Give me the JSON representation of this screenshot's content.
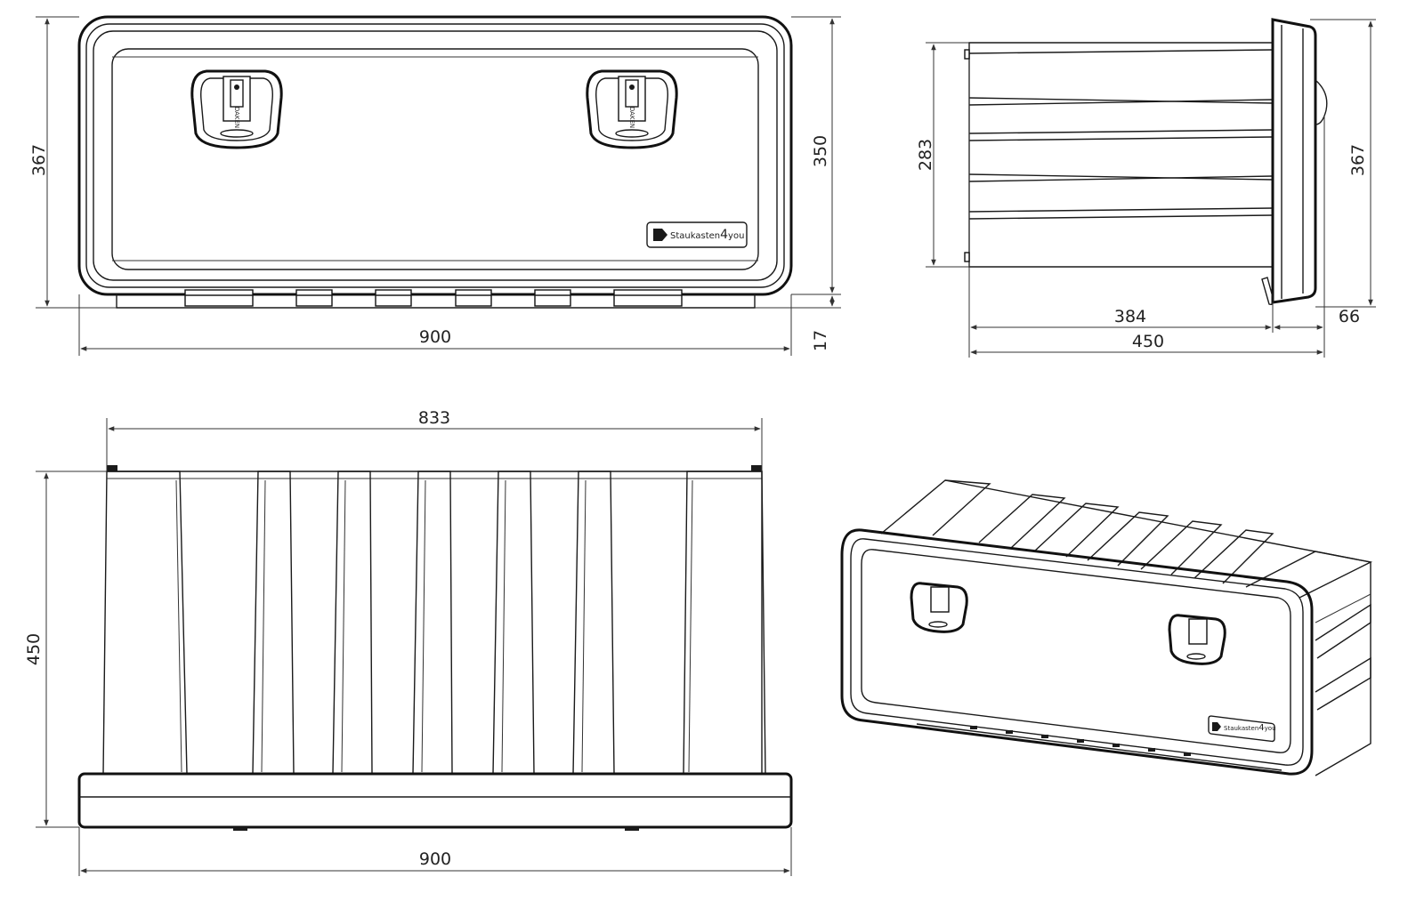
{
  "views": {
    "front": {
      "width_label": "900",
      "height_total_label": "367",
      "height_door_label": "350",
      "bottom_gap_label": "17",
      "brand": {
        "name": "Staukasten",
        "highlight": "4",
        "suffix": "you"
      },
      "handle_text": "DAKEN"
    },
    "side": {
      "height_body_label": "283",
      "height_total_label": "367",
      "depth_body_label": "384",
      "door_depth_label": "66",
      "depth_total_label": "450"
    },
    "top": {
      "inner_width_label": "833",
      "depth_label": "450",
      "width_label": "900"
    },
    "iso": {
      "brand": {
        "name": "Staukasten",
        "highlight": "4",
        "suffix": "you"
      }
    }
  }
}
